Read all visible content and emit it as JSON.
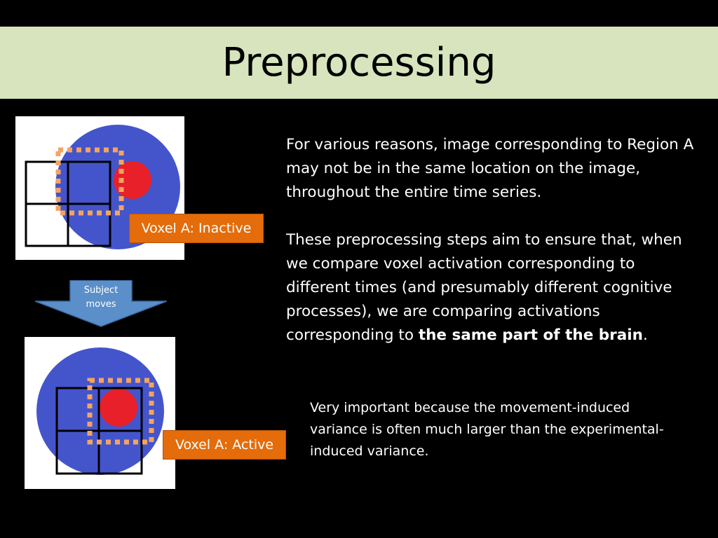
{
  "slide": {
    "title": "Preprocessing"
  },
  "figure_top": {
    "voxel_label": "Voxel A: Inactive"
  },
  "arrow": {
    "label_line1": "Subject",
    "label_line2": "moves"
  },
  "figure_bottom": {
    "voxel_label": "Voxel A: Active"
  },
  "body": {
    "paragraph1": "For various reasons, image corresponding to Region A may not be in the same location on the image, throughout the entire time series.",
    "paragraph2_start": "These preprocessing steps aim to ensure that, when we compare voxel activation corresponding to different times (and presumably different cognitive processes), we are comparing activations corresponding to ",
    "paragraph2_bold": "the same part of the brain",
    "paragraph2_end": ".",
    "sub_point": "Very important because the movement-induced variance is often much larger than the experimental-induced variance."
  },
  "colors": {
    "title_bar": "#d7e4bd",
    "brain_blue": "#4455cc",
    "region_red": "#e8202a",
    "dotted_orange": "#f4a460",
    "label_orange": "#e46c0a",
    "arrow_blue": "#5b8fc9"
  }
}
